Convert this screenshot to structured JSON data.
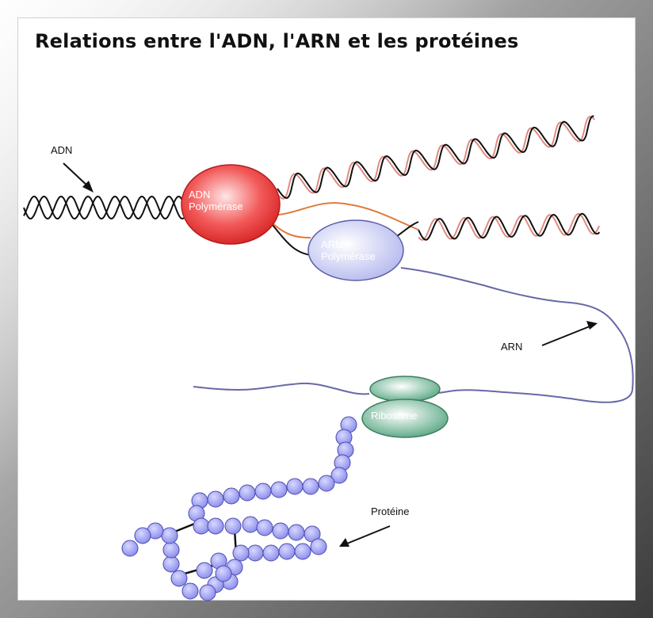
{
  "title": "Relations entre l'ADN, l'ARN et les protéines",
  "labels": {
    "adn": "ADN",
    "arn": "ARN",
    "proteine": "Protéine",
    "adn_polymerase_line1": "ADN",
    "adn_polymerase_line2": "Polymérase",
    "arn_polymerase_line1": "ARN",
    "arn_polymerase_line2": "Polymérase",
    "ribosome": "Ribosome"
  },
  "colors": {
    "dna_strand_dark": "#111111",
    "dna_strand_new": "#e08a80",
    "rna_strand": "#e07a3a",
    "mrna": "#6868a8",
    "adn_polymerase": "#e83838",
    "arn_polymerase": "#c8ccf2",
    "ribosome": "#66ac8c",
    "amino_acid": "#9a9cf0"
  }
}
